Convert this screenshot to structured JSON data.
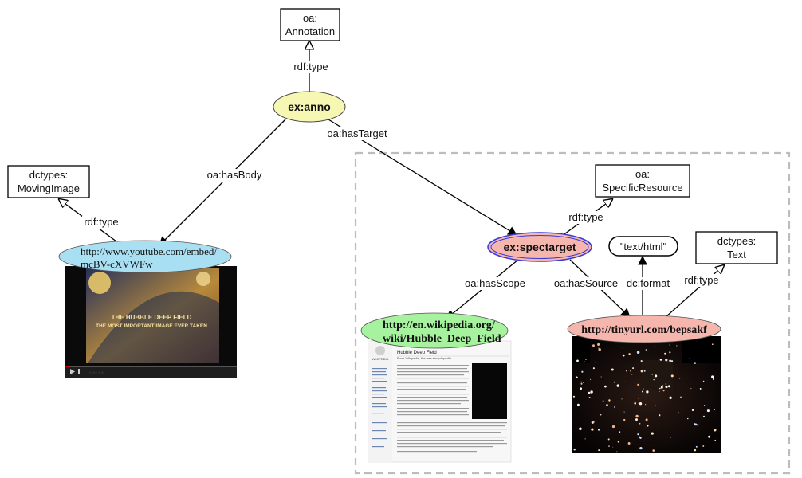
{
  "nodes": {
    "annotation_class": {
      "line1": "oa:",
      "line2": "Annotation"
    },
    "anno": {
      "label": "ex:anno"
    },
    "moving_image_class": {
      "line1": "dctypes:",
      "line2": "MovingImage"
    },
    "youtube": {
      "line1": "http://www.youtube.com/embed/",
      "line2": "mcBV-cXVWFw"
    },
    "specific_resource_class": {
      "line1": "oa:",
      "line2": "SpecificResource"
    },
    "spectarget": {
      "label": "ex:spectarget"
    },
    "text_html": {
      "label": "\"text/html\""
    },
    "text_class": {
      "line1": "dctypes:",
      "line2": "Text"
    },
    "wikipedia": {
      "line1": "http://en.wikipedia.org/",
      "line2": "wiki/Hubble_Deep_Field"
    },
    "tinyurl": {
      "label": "http://tinyurl.com/bepsakf"
    }
  },
  "edges": {
    "anno_type": "rdf:type",
    "has_target": "oa:hasTarget",
    "has_body": "oa:hasBody",
    "movie_type": "rdf:type",
    "spec_type": "rdf:type",
    "has_scope": "oa:hasScope",
    "has_source": "oa:hasSource",
    "dc_format": "dc:format",
    "text_type": "rdf:type"
  },
  "thumbnails": {
    "video_caption_line1": "THE HUBBLE DEEP FIELD",
    "video_caption_line2": "THE MOST IMPORTANT IMAGE EVER TAKEN",
    "video_time": "0:00 / 3:30",
    "wiki_title": "Hubble Deep Field",
    "wiki_subtitle": "From Wikipedia, the free encyclopedia",
    "wiki_logo": "WIKIPEDIA"
  },
  "colors": {
    "anno_fill": "#f7f7b4",
    "youtube_fill": "#a9dff2",
    "spectarget_fill": "#f5b6ae",
    "spectarget_ring": "#3a3ad8",
    "wikipedia_fill": "#a6f29e",
    "tinyurl_fill": "#f5b6ae",
    "dashed_border": "#bdbdbd"
  }
}
